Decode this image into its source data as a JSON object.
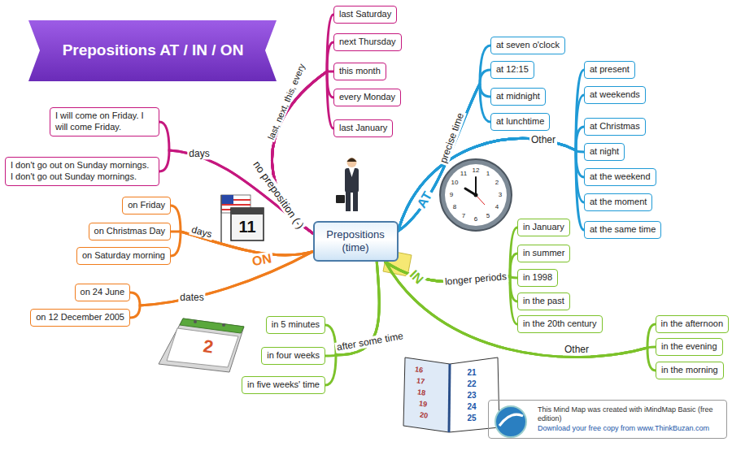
{
  "diagram": {
    "title": "Prepositions AT / IN / ON",
    "nodes": [
      {
        "text": [
          "Prepositions (time)"
        ]
      },
      {
        "text": [
          "at seven o'clock"
        ]
      },
      {
        "text": [
          "at 12:15"
        ]
      },
      {
        "text": [
          "at midnight"
        ]
      },
      {
        "text": [
          "at lunchtime"
        ]
      },
      {
        "text": [
          "at present"
        ]
      },
      {
        "text": [
          "at weekends"
        ]
      },
      {
        "text": [
          "at Christmas"
        ]
      },
      {
        "text": [
          "at night"
        ]
      },
      {
        "text": [
          "at the weekend"
        ]
      },
      {
        "text": [
          "at the moment"
        ]
      },
      {
        "text": [
          "at the same time"
        ]
      },
      {
        "text": [
          "in January"
        ]
      },
      {
        "text": [
          "in summer"
        ]
      },
      {
        "text": [
          "in 1998"
        ]
      },
      {
        "text": [
          "in the past"
        ]
      },
      {
        "text": [
          "in the 20th century"
        ]
      },
      {
        "text": [
          "in the afternoon"
        ]
      },
      {
        "text": [
          "in the evening"
        ]
      },
      {
        "text": [
          "in the morning"
        ]
      },
      {
        "text": [
          "in 5 minutes"
        ]
      },
      {
        "text": [
          "in four weeks"
        ]
      },
      {
        "text": [
          "in five weeks' time"
        ]
      },
      {
        "text": [
          "on Friday"
        ]
      },
      {
        "text": [
          "on Christmas Day"
        ]
      },
      {
        "text": [
          "on Saturday morning"
        ]
      },
      {
        "text": [
          "on 24 June"
        ]
      },
      {
        "text": [
          "on 12 December 2005"
        ]
      },
      {
        "text": [
          "last Saturday"
        ]
      },
      {
        "text": [
          "next Thursday"
        ]
      },
      {
        "text": [
          "this month"
        ]
      },
      {
        "text": [
          "every Monday"
        ]
      },
      {
        "text": [
          "last January"
        ]
      },
      {
        "text": [
          "I will come on Friday. I will come Friday."
        ]
      },
      {
        "text": [
          "I don't go out on Sunday mornings. I don't go out Sunday mornings."
        ]
      },
      {
        "text": [
          "This Mind Map was created with iMindMap Basic (free edition)",
          "Download your free copy from www.ThinkBuzan.com"
        ]
      }
    ],
    "edges": [
      {
        "from": 0,
        "to": 1,
        "arrow": "none"
      },
      {
        "from": 0,
        "to": 2,
        "arrow": "none"
      },
      {
        "from": 0,
        "to": 3,
        "arrow": "none"
      },
      {
        "from": 0,
        "to": 4,
        "arrow": "none"
      },
      {
        "from": 0,
        "to": 5,
        "arrow": "none"
      },
      {
        "from": 0,
        "to": 6,
        "arrow": "none"
      },
      {
        "from": 0,
        "to": 7,
        "arrow": "none"
      },
      {
        "from": 0,
        "to": 8,
        "arrow": "none"
      },
      {
        "from": 0,
        "to": 9,
        "arrow": "none"
      },
      {
        "from": 0,
        "to": 10,
        "arrow": "none"
      },
      {
        "from": 0,
        "to": 11,
        "arrow": "none"
      },
      {
        "from": 0,
        "to": 12,
        "arrow": "none"
      },
      {
        "from": 0,
        "to": 13,
        "arrow": "none"
      },
      {
        "from": 0,
        "to": 14,
        "arrow": "none"
      },
      {
        "from": 0,
        "to": 15,
        "arrow": "none"
      },
      {
        "from": 0,
        "to": 16,
        "arrow": "none"
      },
      {
        "from": 0,
        "to": 17,
        "arrow": "none"
      },
      {
        "from": 0,
        "to": 18,
        "arrow": "none"
      },
      {
        "from": 0,
        "to": 19,
        "arrow": "none"
      },
      {
        "from": 0,
        "to": 20,
        "arrow": "none"
      },
      {
        "from": 0,
        "to": 21,
        "arrow": "none"
      },
      {
        "from": 0,
        "to": 22,
        "arrow": "none"
      },
      {
        "from": 0,
        "to": 23,
        "arrow": "none"
      },
      {
        "from": 0,
        "to": 24,
        "arrow": "none"
      },
      {
        "from": 0,
        "to": 25,
        "arrow": "none"
      },
      {
        "from": 0,
        "to": 26,
        "arrow": "none"
      },
      {
        "from": 0,
        "to": 27,
        "arrow": "none"
      },
      {
        "from": 0,
        "to": 28,
        "arrow": "none"
      },
      {
        "from": 0,
        "to": 29,
        "arrow": "none"
      },
      {
        "from": 0,
        "to": 30,
        "arrow": "none"
      },
      {
        "from": 0,
        "to": 31,
        "arrow": "none"
      },
      {
        "from": 0,
        "to": 32,
        "arrow": "none"
      },
      {
        "from": 0,
        "to": 33,
        "arrow": "none"
      },
      {
        "from": 0,
        "to": 34,
        "arrow": "none"
      }
    ],
    "labels": [
      "AT",
      "precise time",
      "Other",
      "IN",
      "longer periods",
      "Other",
      "after some time",
      "ON",
      "days",
      "dates",
      "no preposition (-)",
      "last, next, this, every",
      "days",
      "12",
      "1",
      "2",
      "3",
      "4",
      "5",
      "6",
      "7",
      "8",
      "9",
      "10",
      "11",
      "11",
      "2",
      "16",
      "17",
      "18",
      "19",
      "20",
      "21",
      "22",
      "23",
      "24",
      "25"
    ]
  }
}
